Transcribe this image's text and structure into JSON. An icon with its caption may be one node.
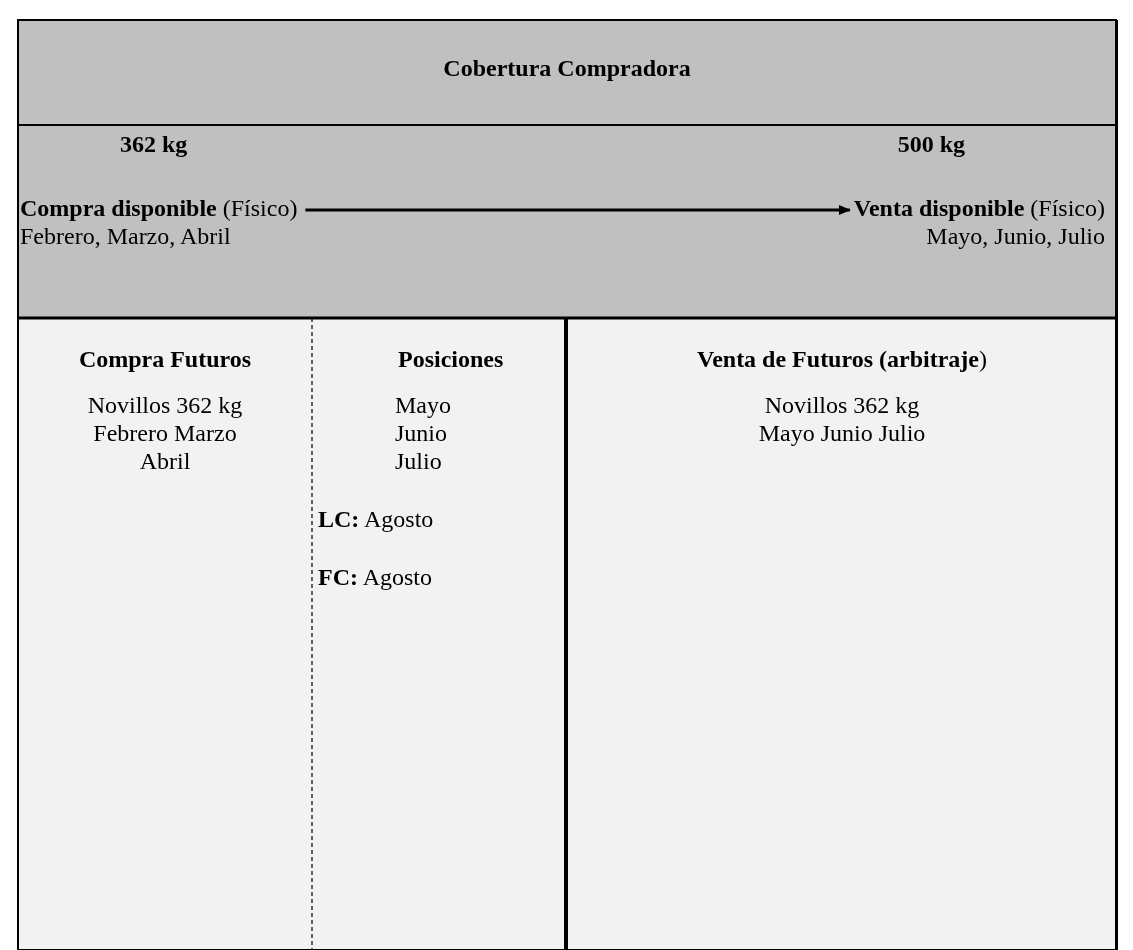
{
  "diagram": {
    "title": "Cobertura Compradora",
    "nodes": [
      {
        "text": [
          "362 kg",
          "**Compra disponible** (Físico)",
          "Febrero, Marzo, Abril"
        ]
      },
      {
        "text": [
          "500 kg",
          "**Venta disponible** (Físico)",
          "Mayo, Junio, Julio"
        ]
      },
      {
        "text": [
          "Compra  Futuros",
          "Novillos 362 kg Febrero Marzo Abril"
        ]
      },
      {
        "text": [
          "Posiciones",
          "Mayo Junio Julio",
          "**LC:** Agosto",
          "**FC:** Agosto"
        ]
      },
      {
        "text": [
          "**Venta de Futuros (arbitraje**)",
          "Novillos 362 kg Mayo Junio Julio"
        ]
      }
    ],
    "edges": [
      {
        "from": 0,
        "to": 1,
        "arrow": "to"
      }
    ]
  }
}
